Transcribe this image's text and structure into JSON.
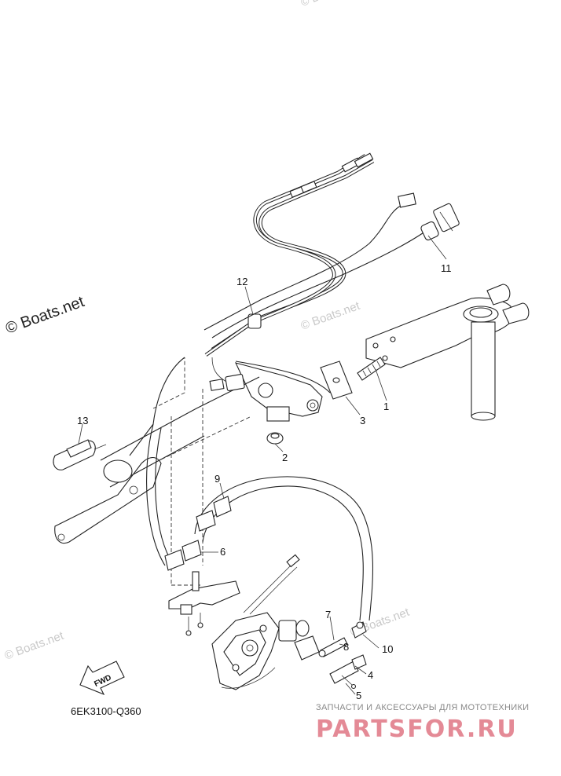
{
  "watermarks": {
    "main": "© Boats.net",
    "faint": "© Boats.net"
  },
  "diagram_code": "6EK3100-Q360",
  "fwd_label": "FWD",
  "brand": {
    "tagline": "ЗАПЧАСТИ И АКСЕССУАРЫ ДЛЯ МОТОТЕХНИКИ",
    "logo_text": "PARTSFOR.RU"
  },
  "callouts": {
    "c1": "1",
    "c2": "2",
    "c3": "3",
    "c4": "4",
    "c5": "5",
    "c6": "6",
    "c7": "7",
    "c8": "8",
    "c9": "9",
    "c10": "10",
    "c11": "11",
    "c12": "12",
    "c13": "13"
  },
  "colors": {
    "line": "#222222",
    "watermark": "#c9c9c9",
    "brand_pink": "#e48a96"
  }
}
